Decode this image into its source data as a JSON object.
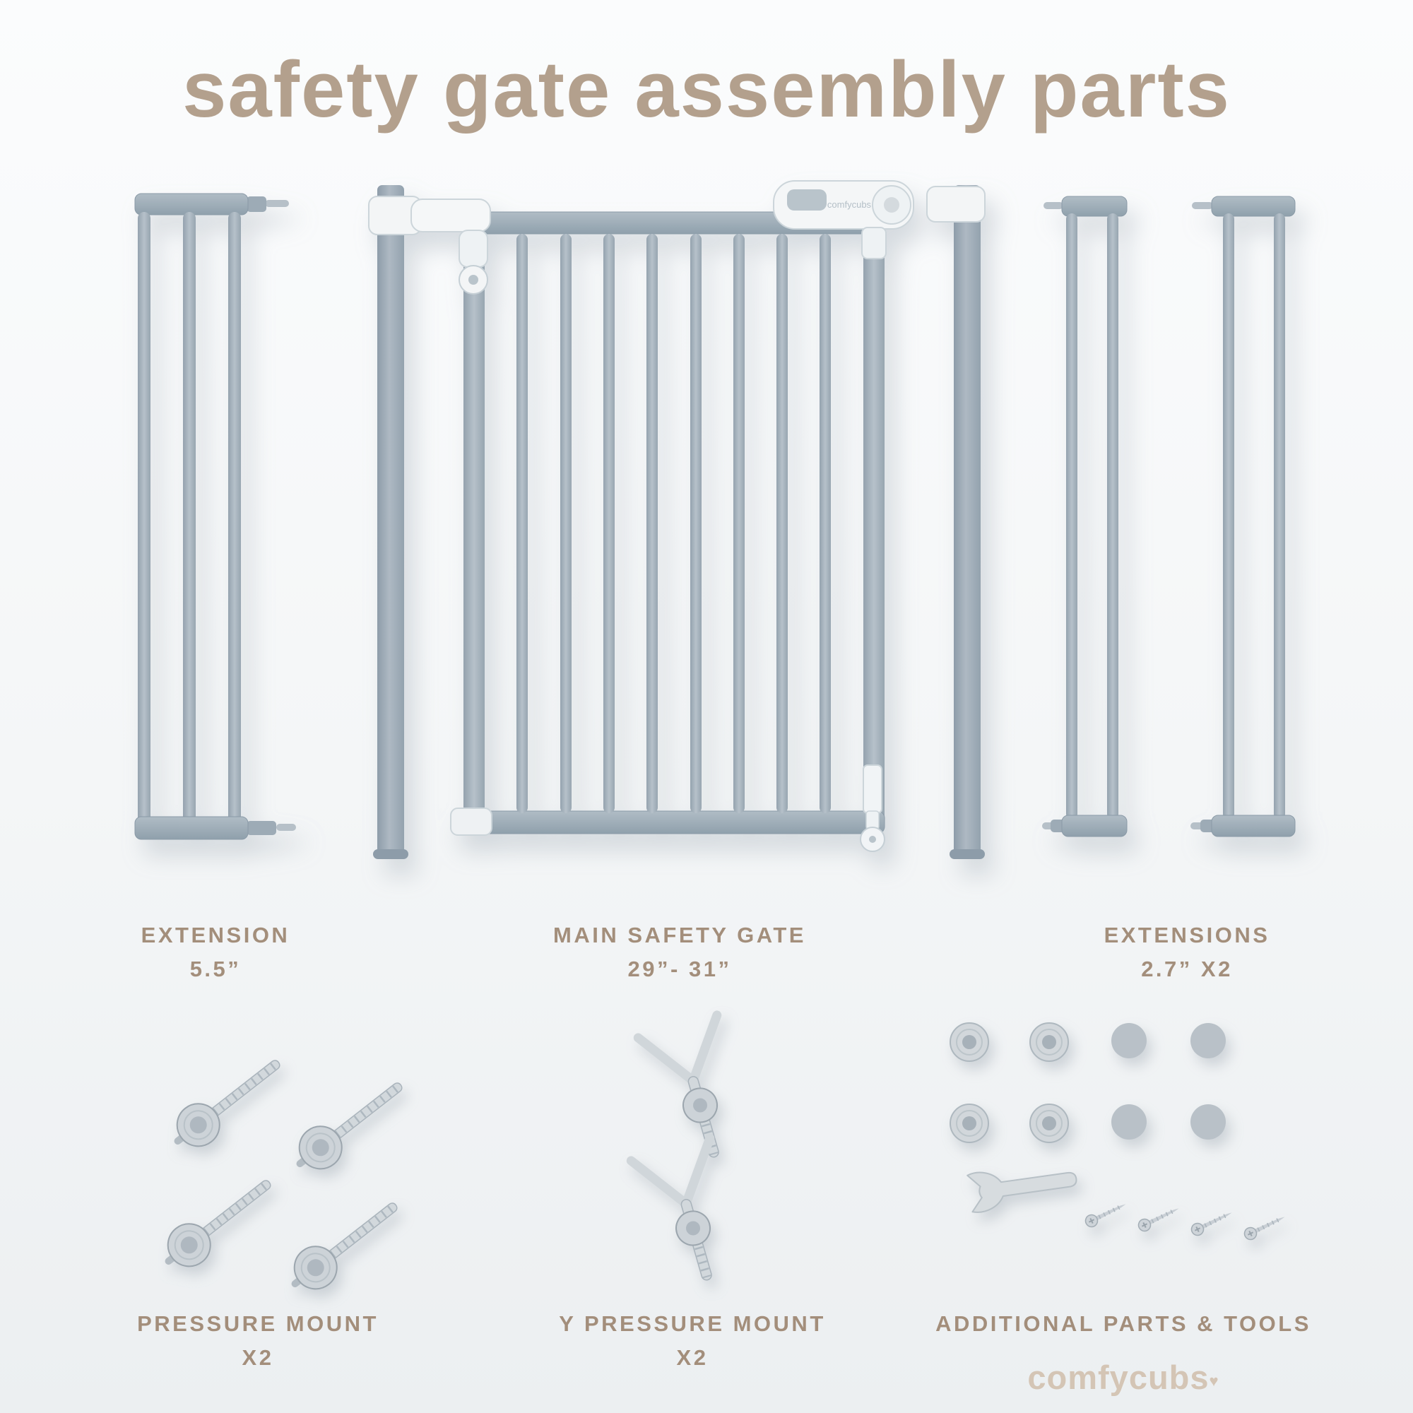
{
  "title": "safety gate assembly parts",
  "top_parts": [
    {
      "label": "EXTENSION",
      "spec": "5.5”"
    },
    {
      "label": "MAIN SAFETY GATE",
      "spec": "29”- 31”"
    },
    {
      "label": "EXTENSIONS",
      "spec": "2.7” X2"
    }
  ],
  "bottom_parts": [
    {
      "label": "PRESSURE MOUNT",
      "spec": "X2"
    },
    {
      "label": "Y PRESSURE MOUNT",
      "spec": "X2"
    },
    {
      "label": "ADDITIONAL PARTS & TOOLS",
      "spec": ""
    }
  ],
  "brand": {
    "name": "comfycubs",
    "heart": "♥",
    "gate_latch_text": "comfycubs"
  },
  "colors": {
    "accent_text": "#a38e7b",
    "title_text": "#b3a08d",
    "gate_metal": "#a3b0ba",
    "white_parts": "#f3f5f6",
    "logo_text": "#d4c5b5"
  }
}
